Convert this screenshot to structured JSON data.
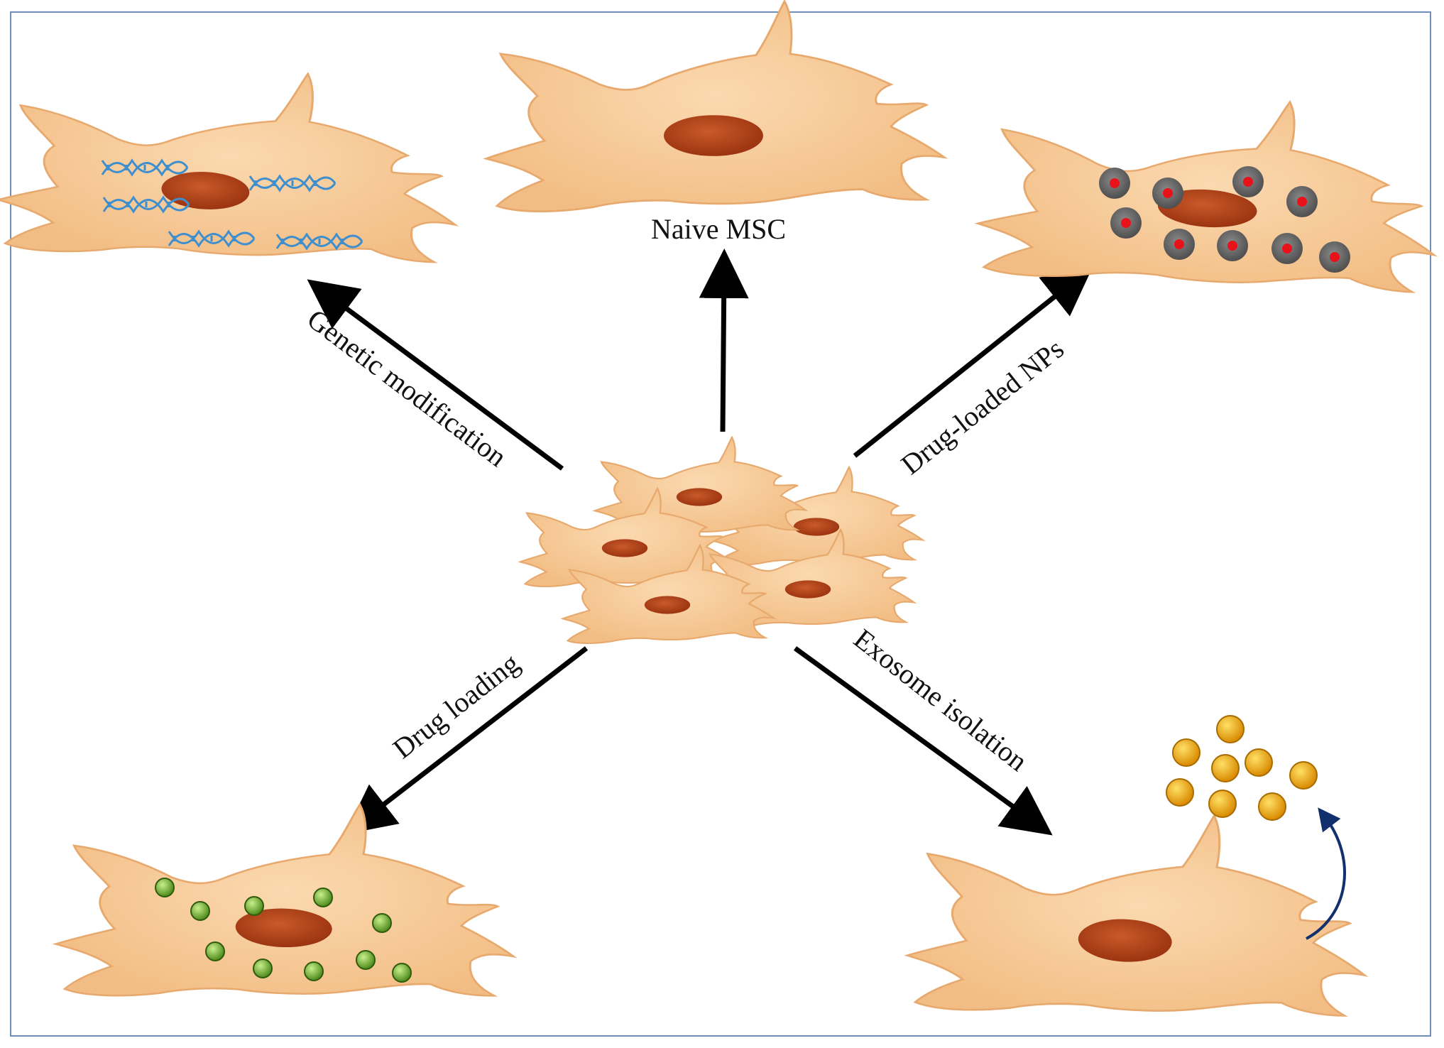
{
  "labels": {
    "naive_msc": "Naive MSC",
    "genetic_modification": "Genetic modification",
    "drug_loaded_nps": "Drug-loaded NPs",
    "drug_loading": "Drug loading",
    "exosome_isolation": "Exosome isolation"
  },
  "colors": {
    "cell_body": "#f6c893",
    "cell_edge": "#e7a96d",
    "nucleus": "#b5441a",
    "dna": "#3f8fcf",
    "nanoparticle_ring": "#6b6b6b",
    "nanoparticle_core": "#e8121a",
    "drug_granule": "#7cb342",
    "exosome": "#f2b705",
    "arrow": "#000000",
    "curved_arrow": "#13306e",
    "border": "#6f8fb8"
  },
  "icons": [
    "dna-helix-icon",
    "nanoparticle-icon",
    "drug-granule-icon",
    "exosome-icon"
  ]
}
